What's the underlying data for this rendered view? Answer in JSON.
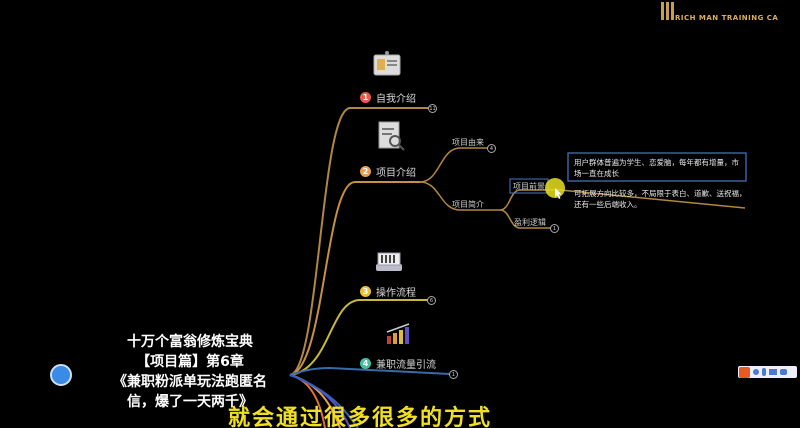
{
  "logo": {
    "text": "RICH MAN TRAINING CA"
  },
  "mindmap": {
    "branches": [
      {
        "num": "1",
        "label": "自我介绍",
        "count": "11",
        "color": "#e85a4a",
        "icon": "id-card-icon"
      },
      {
        "num": "2",
        "label": "项目介绍",
        "color": "#e8a050",
        "icon": "document-search-icon",
        "children": [
          {
            "label": "项目由来",
            "count": "4"
          },
          {
            "label": "项目简介",
            "children": [
              {
                "label": "项目前景",
                "notes": [
                  "用户群体普遍为学生、恋爱脑，每年都有增量，市场一直在成长",
                  "可拓展方向比较多，不局限于表白、道歉、送祝福，还有一些后端收入。"
                ]
              },
              {
                "label": "盈利逻辑",
                "count": "1"
              }
            ]
          }
        ]
      },
      {
        "num": "3",
        "label": "操作流程",
        "count": "6",
        "color": "#e8c030",
        "icon": "keyboard-icon"
      },
      {
        "num": "4",
        "label": "兼职流量引流",
        "count": "1",
        "color": "#40c0a0",
        "icon": "bar-chart-icon"
      }
    ]
  },
  "overlay": {
    "title_lines": [
      "十万个富翁修炼宝典",
      "【项目篇】第6章",
      "《兼职粉派单玩法跑匿名",
      "信，爆了一天两千》"
    ],
    "subtitle": "就会通过很多很多的方式"
  },
  "colors": {
    "branch_gold": "#b08840",
    "cursor": "#e8e020",
    "subtitle": "#f0e020",
    "note_border": "#4a78c0"
  }
}
